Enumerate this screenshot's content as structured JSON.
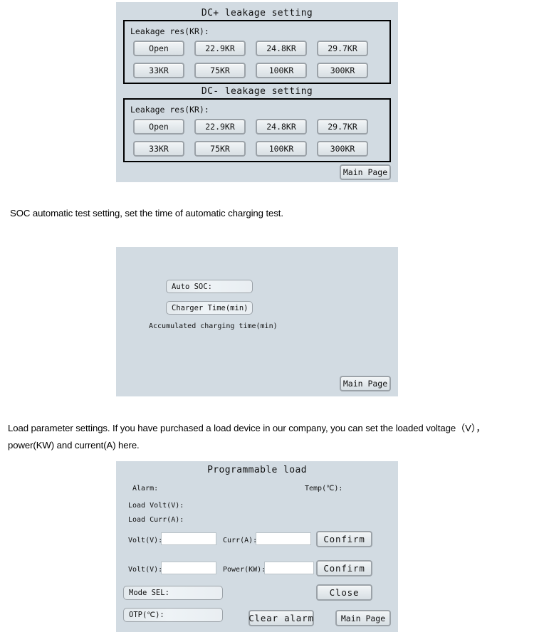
{
  "document": {
    "paragraphs": [
      {
        "id": "soc-desc",
        "text": "SOC automatic test setting, set the time of automatic charging test."
      },
      {
        "id": "load-desc-1",
        "text": "Load parameter settings. If you have purchased a load device in our company, you can set the loaded voltage（V），"
      },
      {
        "id": "load-desc-2",
        "text": "power(KW) and current(A) here."
      }
    ]
  },
  "colors": {
    "panel_bg": "#d2dbe2",
    "button_border": "#9ba2a8",
    "group_border": "#000000",
    "text": "#111111",
    "input_bg": "#ffffff",
    "page_bg": "#ffffff"
  },
  "panel_leakage": {
    "dc_plus": {
      "title": "DC+ leakage setting",
      "group_label": "Leakage res(KR):",
      "buttons": [
        "Open",
        "22.9KR",
        "24.8KR",
        "29.7KR",
        "33KR",
        "75KR",
        "100KR",
        "300KR"
      ]
    },
    "dc_minus": {
      "title": "DC- leakage setting",
      "group_label": "Leakage res(KR):",
      "buttons": [
        "Open",
        "22.9KR",
        "24.8KR",
        "29.7KR",
        "33KR",
        "75KR",
        "100KR",
        "300KR"
      ]
    },
    "main_page_label": "Main Page"
  },
  "panel_soc": {
    "fields": [
      {
        "label": "Auto SOC:",
        "value": ""
      },
      {
        "label": "Charger Time(min)",
        "value": ""
      }
    ],
    "accumulated_label": "Accumulated charging time(min)",
    "main_page_label": "Main Page"
  },
  "panel_load": {
    "title": "Programmable load",
    "status": {
      "alarm_label": "Alarm:",
      "temp_label": "Temp(℃):",
      "load_volt_label": "Load Volt(V):",
      "load_curr_label": "Load Curr(A):"
    },
    "row_current": {
      "volt_label": "Volt(V):",
      "volt_value": "",
      "curr_label": "Curr(A):",
      "curr_value": "",
      "confirm_label": "Confirm"
    },
    "row_power": {
      "volt_label": "Volt(V):",
      "volt_value": "",
      "power_label": "Power(KW):",
      "power_value": "",
      "confirm_label": "Confirm"
    },
    "mode_sel_label": "Mode SEL:",
    "otp_label": "OTP(℃):",
    "close_label": "Close",
    "clear_alarm_label": "Clear alarm",
    "main_page_label": "Main Page"
  }
}
